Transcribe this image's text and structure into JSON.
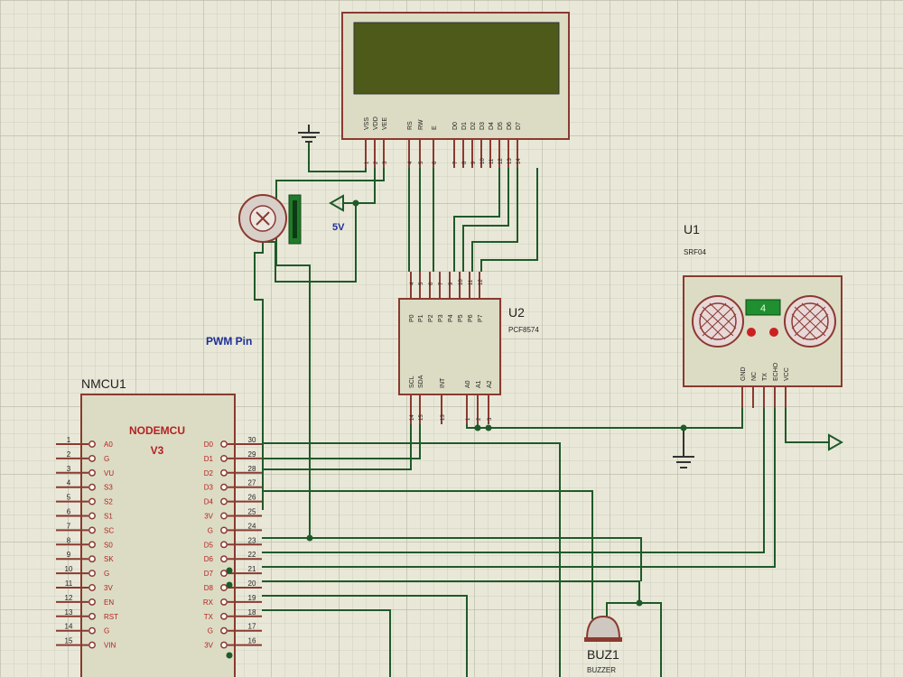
{
  "colors": {
    "background": "#e9e8d8",
    "grid": "#cfcfbf",
    "grid_major": "#bdbdab",
    "wire": "#1f5a2a",
    "body": "#dcdcc4",
    "outline": "#8a3a30",
    "pin": "#8a3a30",
    "lcd_screen": "#4d5a1a",
    "label_blue": "#1d2f9a",
    "label_dark": "#222222",
    "label_red": "#b22222",
    "led_red": "#cc2020",
    "display_green": "#1f8f2f"
  },
  "lcd": {
    "pin_names": [
      "VSS",
      "VDD",
      "VEE",
      "RS",
      "RW",
      "E",
      "D0",
      "D1",
      "D2",
      "D3",
      "D4",
      "D5",
      "D6",
      "D7"
    ],
    "pin_numbers": [
      "1",
      "2",
      "3",
      "4",
      "5",
      "6",
      "7",
      "8",
      "9",
      "10",
      "11",
      "12",
      "13",
      "14"
    ]
  },
  "pot": {
    "supply_label": "5V"
  },
  "pwm": {
    "label": "PWM Pin"
  },
  "u2": {
    "ref": "U2",
    "part": "PCF8574",
    "top_pins": [
      "P0",
      "P1",
      "P2",
      "P3",
      "P4",
      "P5",
      "P6",
      "P7"
    ],
    "top_numbers": [
      "4",
      "5",
      "6",
      "7",
      "9",
      "10",
      "11",
      "12"
    ],
    "bottom_pins": [
      "SCL",
      "SDA",
      "INT",
      "A0",
      "A1",
      "A2"
    ],
    "bottom_numbers": [
      "14",
      "15",
      "13",
      "1",
      "2",
      "3"
    ]
  },
  "u1": {
    "ref": "U1",
    "part": "SRF04",
    "display": "4",
    "pins": [
      "GND",
      "NC",
      "TX",
      "ECHO",
      "VCC"
    ]
  },
  "mcu": {
    "ref": "NMCU1",
    "title_line1": "NODEMCU",
    "title_line2": "V3",
    "left_pins": [
      {
        "num": "1",
        "name": "A0"
      },
      {
        "num": "2",
        "name": "G"
      },
      {
        "num": "3",
        "name": "VU"
      },
      {
        "num": "4",
        "name": "S3"
      },
      {
        "num": "5",
        "name": "S2"
      },
      {
        "num": "6",
        "name": "S1"
      },
      {
        "num": "7",
        "name": "SC"
      },
      {
        "num": "8",
        "name": "S0"
      },
      {
        "num": "9",
        "name": "SK"
      },
      {
        "num": "10",
        "name": "G"
      },
      {
        "num": "11",
        "name": "3V"
      },
      {
        "num": "12",
        "name": "EN"
      },
      {
        "num": "13",
        "name": "RST"
      },
      {
        "num": "14",
        "name": "G"
      },
      {
        "num": "15",
        "name": "VIN"
      }
    ],
    "right_pins": [
      {
        "num": "30",
        "name": "D0"
      },
      {
        "num": "29",
        "name": "D1"
      },
      {
        "num": "28",
        "name": "D2"
      },
      {
        "num": "27",
        "name": "D3"
      },
      {
        "num": "26",
        "name": "D4"
      },
      {
        "num": "25",
        "name": "3V"
      },
      {
        "num": "24",
        "name": "G"
      },
      {
        "num": "23",
        "name": "D5"
      },
      {
        "num": "22",
        "name": "D6"
      },
      {
        "num": "21",
        "name": "D7"
      },
      {
        "num": "20",
        "name": "D8"
      },
      {
        "num": "19",
        "name": "RX"
      },
      {
        "num": "18",
        "name": "TX"
      },
      {
        "num": "17",
        "name": "G"
      },
      {
        "num": "16",
        "name": "3V"
      }
    ]
  },
  "buzzer": {
    "ref": "BUZ1",
    "part": "BUZZER"
  }
}
